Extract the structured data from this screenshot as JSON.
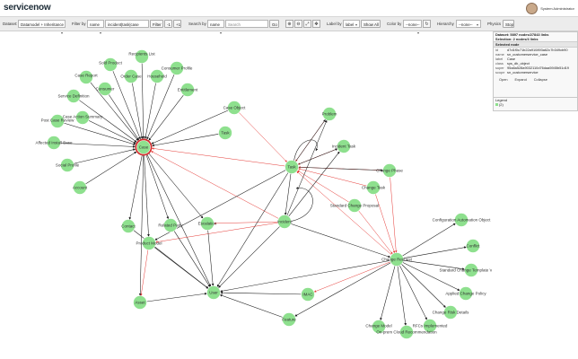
{
  "header": {
    "logo": "servicenow",
    "user_name": "System Administrator"
  },
  "toolbar": {
    "dataset_label": "Dataset:",
    "dataset_value": "Datamodel + Inheritance",
    "filter_label": "Filter by",
    "filter_by": "name",
    "filter_value": "incident|task|case",
    "filter_button": "Filter",
    "filter_minus": "-1",
    "filter_plus": "+1",
    "search_label": "Search by",
    "search_by": "name",
    "search_placeholder": "Search",
    "go_button": "Go",
    "label_label": "Label by",
    "label_by": "label",
    "show_all": "Show All",
    "color_label": "Color by",
    "color_by": "--none--",
    "hierarchy_label": "Hierarchy",
    "hierarchy_value": "--none--",
    "physics_label": "Physics",
    "stop_button": "Stop"
  },
  "panel": {
    "dataset_line": "Dataset: 5897 nodes/27843 links",
    "selection_line": "Selection: 2 nodes/4 links",
    "selected_header": "Selected node",
    "fields": [
      {
        "k": "id",
        "v": "d7d1f0c71b22a910893a62c7b349cb90"
      },
      {
        "k": "name",
        "v": "sn_customerservice_case"
      },
      {
        "k": "label",
        "v": "Case"
      },
      {
        "k": "class",
        "v": "sys_db_object"
      },
      {
        "k": "super",
        "v": "95a8a528a9032110d76daa5945b51d19"
      },
      {
        "k": "scope",
        "v": "sn_customerservice"
      }
    ],
    "open": "Open",
    "expand": "Expand",
    "collapse": "Collapse"
  },
  "legend": {
    "title": "Legend",
    "item": "(2)"
  },
  "colors": {
    "node": "#8ee08e",
    "selected_ring": "#d32f2f",
    "black_edge": "#1a1a1a",
    "red_edge": "#e53935"
  },
  "graph": {
    "nodes": [
      {
        "id": "case",
        "label": "Case",
        "selected": true
      },
      {
        "id": "recipients",
        "label": "Recipients List"
      },
      {
        "id": "soldproduct",
        "label": "Sold Product"
      },
      {
        "id": "ordercase",
        "label": "Order Case"
      },
      {
        "id": "household",
        "label": "Household"
      },
      {
        "id": "consumerprofile",
        "label": "Consumer Profile"
      },
      {
        "id": "casereport",
        "label": "Case Report"
      },
      {
        "id": "consumer",
        "label": "Consumer"
      },
      {
        "id": "entitlement",
        "label": "Entitlement"
      },
      {
        "id": "servicedef",
        "label": "Service Definition"
      },
      {
        "id": "postcasereview",
        "label": "Post Case Review"
      },
      {
        "id": "caseactionsummary",
        "label": "Case Action Summary"
      },
      {
        "id": "affectedinstall",
        "label": "Affected Install Base"
      },
      {
        "id": "socialprofile",
        "label": "Social Profile"
      },
      {
        "id": "account",
        "label": "Account"
      },
      {
        "id": "contact",
        "label": "Contact"
      },
      {
        "id": "relatedparty",
        "label": "Related Party"
      },
      {
        "id": "productmodel",
        "label": "Product Model"
      },
      {
        "id": "escalation",
        "label": "Escalation"
      },
      {
        "id": "caseobject",
        "label": "Case Object"
      },
      {
        "id": "task",
        "label": "Task"
      },
      {
        "id": "taskmain",
        "label": "Task"
      },
      {
        "id": "problem",
        "label": "Problem"
      },
      {
        "id": "incidenttask",
        "label": "Incident Task"
      },
      {
        "id": "changephase",
        "label": "Change Phase"
      },
      {
        "id": "changetask",
        "label": "Change Task"
      },
      {
        "id": "stdchangeproposal",
        "label": "Standard Change Proposal"
      },
      {
        "id": "incident",
        "label": "Incident"
      },
      {
        "id": "changerequest",
        "label": "Change Request"
      },
      {
        "id": "caobject",
        "label": "Configuration Automation Object"
      },
      {
        "id": "conflict",
        "label": "Conflict"
      },
      {
        "id": "stdchangetpl",
        "label": "Standard Change Template Version"
      },
      {
        "id": "appliedchangepolicy",
        "label": "Applied Change Policy"
      },
      {
        "id": "changeriskdetails",
        "label": "Change Risk Details"
      },
      {
        "id": "rfcsimplemented",
        "label": "RFCs Implemented"
      },
      {
        "id": "changemodel",
        "label": "Change Model"
      },
      {
        "id": "onpremcloud",
        "label": "On-prem Cloud Recommendation"
      },
      {
        "id": "imac",
        "label": "IMAC"
      },
      {
        "id": "user",
        "label": "User"
      },
      {
        "id": "feature",
        "label": "Feature"
      },
      {
        "id": "asset",
        "label": "Asset"
      }
    ],
    "edges": [
      [
        "recipients",
        "case",
        "b"
      ],
      [
        "soldproduct",
        "case",
        "b"
      ],
      [
        "ordercase",
        "case",
        "b"
      ],
      [
        "household",
        "case",
        "b"
      ],
      [
        "consumerprofile",
        "case",
        "b"
      ],
      [
        "casereport",
        "case",
        "b"
      ],
      [
        "consumer",
        "case",
        "b"
      ],
      [
        "entitlement",
        "case",
        "b"
      ],
      [
        "servicedef",
        "case",
        "b"
      ],
      [
        "postcasereview",
        "case",
        "b"
      ],
      [
        "caseactionsummary",
        "case",
        "b"
      ],
      [
        "affectedinstall",
        "case",
        "b"
      ],
      [
        "socialprofile",
        "case",
        "b"
      ],
      [
        "account",
        "case",
        "b"
      ],
      [
        "case",
        "contact",
        "b"
      ],
      [
        "case",
        "relatedparty",
        "b"
      ],
      [
        "case",
        "productmodel",
        "b"
      ],
      [
        "case",
        "escalation",
        "b"
      ],
      [
        "case",
        "user",
        "b"
      ],
      [
        "case",
        "asset",
        "b"
      ],
      [
        "caseobject",
        "case",
        "b"
      ],
      [
        "task",
        "case",
        "b"
      ],
      [
        "taskmain",
        "case",
        "r"
      ],
      [
        "incident",
        "case",
        "r"
      ],
      [
        "problem",
        "taskmain",
        "r"
      ],
      [
        "incidenttask",
        "taskmain",
        "r"
      ],
      [
        "changephase",
        "taskmain",
        "r"
      ],
      [
        "changetask",
        "taskmain",
        "r"
      ],
      [
        "stdchangeproposal",
        "taskmain",
        "r"
      ],
      [
        "changerequest",
        "taskmain",
        "r"
      ],
      [
        "caseobject",
        "taskmain",
        "r"
      ],
      [
        "taskmain",
        "problem",
        "b"
      ],
      [
        "taskmain",
        "incidenttask",
        "b"
      ],
      [
        "taskmain",
        "changephase",
        "b"
      ],
      [
        "taskmain",
        "incident",
        "b"
      ],
      [
        "incident",
        "problem",
        "b"
      ],
      [
        "incident",
        "incidenttask",
        "b"
      ],
      [
        "incident",
        "changerequest",
        "b"
      ],
      [
        "incident",
        "user",
        "b"
      ],
      [
        "incident",
        "escalation",
        "r"
      ],
      [
        "taskmain",
        "user",
        "b"
      ],
      [
        "taskmain",
        "productmodel",
        "b"
      ],
      [
        "incident",
        "productmodel",
        "r"
      ],
      [
        "changetask",
        "changerequest",
        "r"
      ],
      [
        "changephase",
        "changerequest",
        "r"
      ],
      [
        "stdchangeproposal",
        "changerequest",
        "r"
      ],
      [
        "changerequest",
        "caobject",
        "b"
      ],
      [
        "changerequest",
        "conflict",
        "b"
      ],
      [
        "changerequest",
        "stdchangetpl",
        "b"
      ],
      [
        "changerequest",
        "appliedchangepolicy",
        "b"
      ],
      [
        "changerequest",
        "changeriskdetails",
        "b"
      ],
      [
        "changerequest",
        "rfcsimplemented",
        "b"
      ],
      [
        "changerequest",
        "changemodel",
        "b"
      ],
      [
        "changerequest",
        "onpremcloud",
        "b"
      ],
      [
        "changerequest",
        "user",
        "b"
      ],
      [
        "changerequest",
        "imac",
        "r"
      ],
      [
        "imac",
        "user",
        "b"
      ],
      [
        "feature",
        "user",
        "b"
      ],
      [
        "asset",
        "user",
        "b"
      ],
      [
        "productmodel",
        "user",
        "b"
      ],
      [
        "contact",
        "user",
        "b"
      ],
      [
        "relatedparty",
        "user",
        "b"
      ],
      [
        "escalation",
        "user",
        "b"
      ],
      [
        "changerequest",
        "feature",
        "b"
      ],
      [
        "productmodel",
        "asset",
        "r"
      ]
    ]
  }
}
